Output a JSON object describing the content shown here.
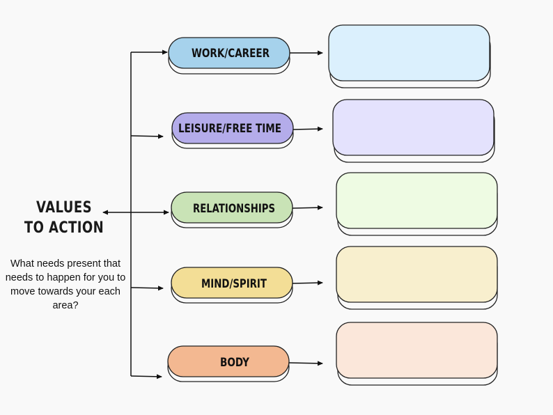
{
  "title": "VALUES TO ACTION",
  "subtitle": "What needs present that needs to happen for you to move towards your each area?",
  "categories": [
    {
      "label": "WORK/CAREER",
      "pill_color": "#a6d2ec",
      "box_color": "#dbf0fd"
    },
    {
      "label": "LEISURE/FREE TIME",
      "pill_color": "#b4acea",
      "box_color": "#e4e2fd"
    },
    {
      "label": "RELATIONSHIPS",
      "pill_color": "#c9e3b6",
      "box_color": "#eefbe3"
    },
    {
      "label": "MIND/SPIRIT",
      "pill_color": "#f3de96",
      "box_color": "#f8efce"
    },
    {
      "label": "BODY",
      "pill_color": "#f3b891",
      "box_color": "#fbe7da"
    }
  ]
}
